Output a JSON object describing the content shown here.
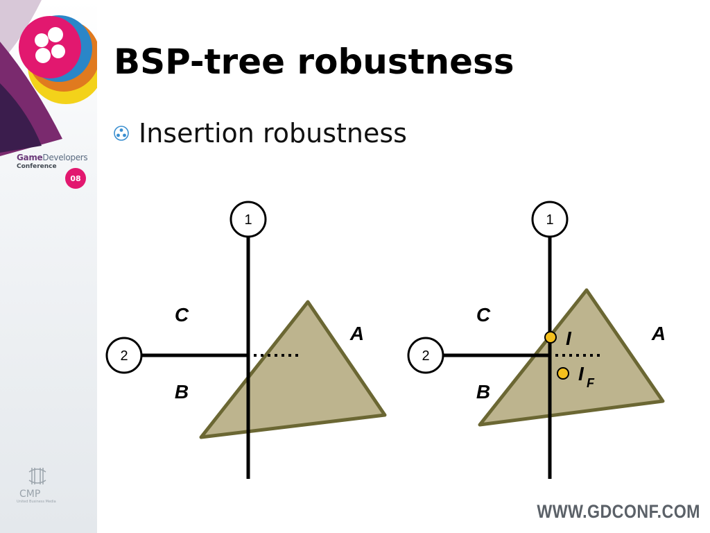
{
  "slide": {
    "title": "BSP-tree robustness",
    "bullets": [
      "Insertion robustness"
    ],
    "footer_url": "WWW.GDCONF.COM"
  },
  "branding": {
    "gdc_logo": {
      "word1": "Game",
      "word2": "Developers",
      "line2": "Conference",
      "badge": "08"
    },
    "cmp_logo": {
      "name": "CMP",
      "tagline": "United Business Media"
    }
  },
  "diagrams": [
    {
      "node_labels": [
        "1",
        "2"
      ],
      "region_labels": {
        "a": "A",
        "b": "B",
        "c": "C"
      }
    },
    {
      "node_labels": [
        "1",
        "2"
      ],
      "region_labels": {
        "a": "A",
        "b": "B",
        "c": "C"
      },
      "points": {
        "i": "I",
        "if_main": "I",
        "if_sub": "F"
      }
    }
  ],
  "colors": {
    "triangle_fill": "#bdb48e",
    "triangle_stroke": "#6b6733",
    "point_fill": "#f4c01e",
    "logo_magenta": "#e2186f"
  }
}
